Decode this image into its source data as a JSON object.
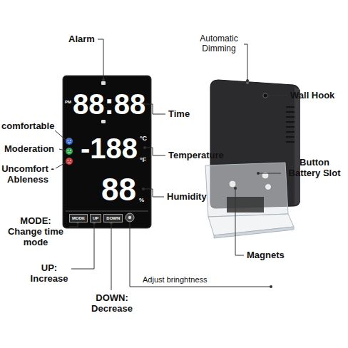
{
  "diagram": {
    "nodes": [
      {
        "text": [
          "MODE"
        ]
      },
      {
        "text": [
          "UP"
        ]
      },
      {
        "text": [
          "DOWN"
        ]
      }
    ],
    "labels": [
      "Alarm",
      "Automatic Dimming",
      "Wall Hook",
      "PM",
      "88:88",
      "Time",
      "comfortable",
      "Moderation",
      "-188",
      "°C",
      "Temperature",
      "Button Battery Slot",
      "Uncomfort -Ableness",
      "°F",
      "88",
      "%",
      "Humidity",
      "MODE: Change time mode",
      "UP: Increase",
      "Adjust bringhtness",
      "Magnets",
      "DOWN: Decrease"
    ]
  }
}
